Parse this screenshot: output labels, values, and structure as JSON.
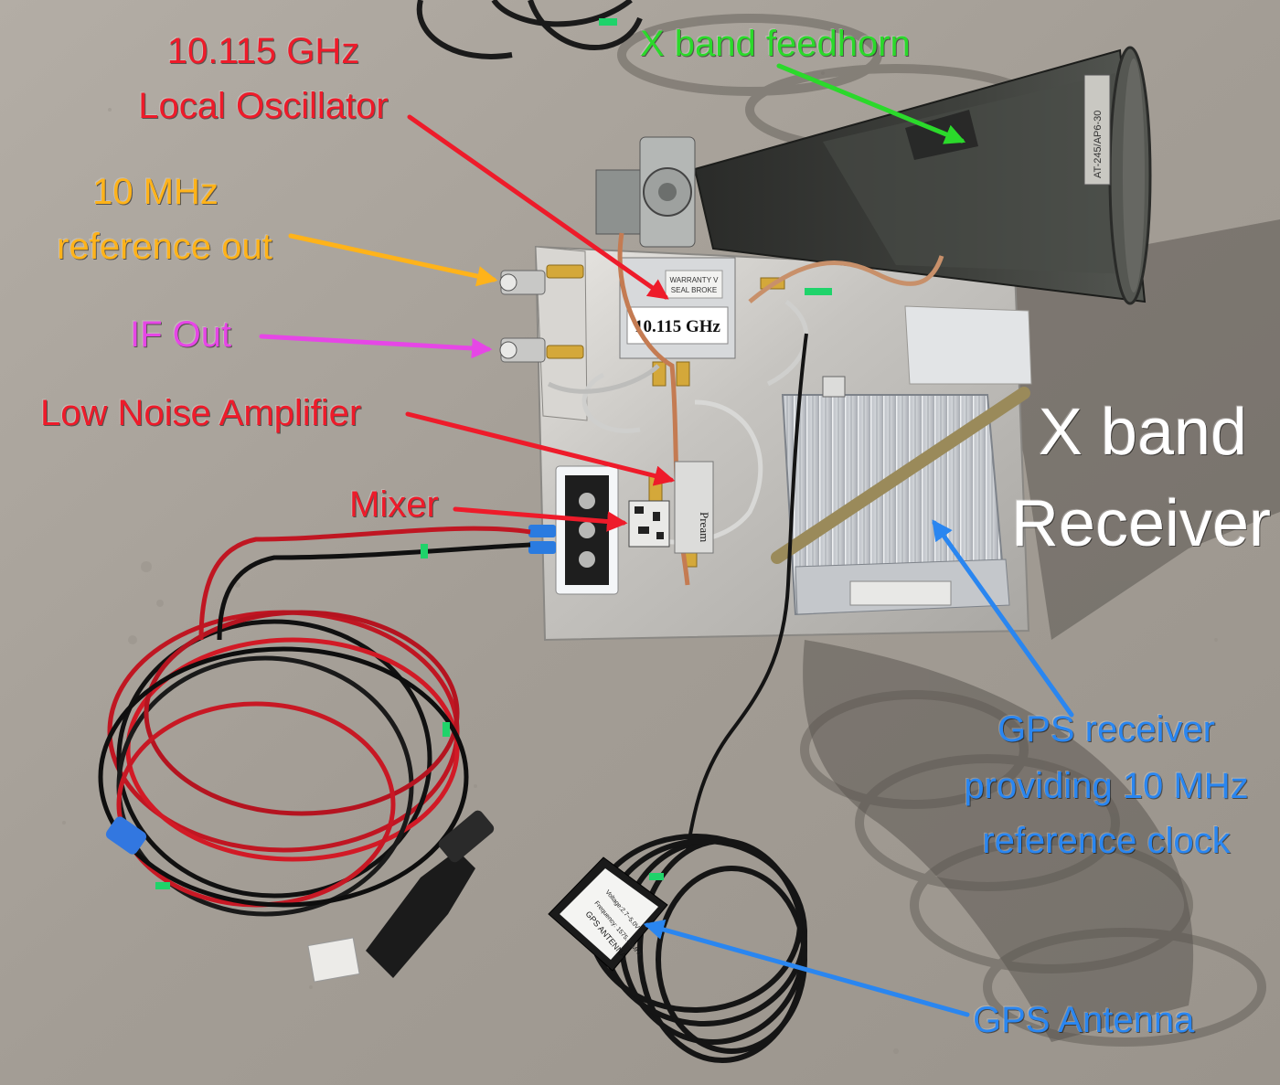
{
  "labels": {
    "lo_line1": "10.115 GHz",
    "lo_line2": "Local Oscillator",
    "feedhorn": "X band feedhorn",
    "ref_line1": "10 MHz",
    "ref_line2": "reference out",
    "if_out": "IF Out",
    "lna": "Low Noise Amplifier",
    "mixer": "Mixer",
    "receiver_line1": "X band",
    "receiver_line2": "Receiver",
    "gps_rx_line1": "GPS receiver",
    "gps_rx_line2": "providing 10 MHz",
    "gps_rx_line3": "reference clock",
    "gps_antenna": "GPS Antenna"
  },
  "device_text": {
    "lo_module": "10.115 GHz",
    "lo_sticker_1": "WARRANTY V",
    "lo_sticker_2": "SEAL BROKE",
    "feedhorn_plate": "AT-245/AP6-30",
    "gps_puck_1": "GPS ANTENNA",
    "gps_puck_2": "Frequency: 1575.42MHz",
    "gps_puck_3": "Voltage:2.7~5.0V",
    "preamp_tag": "Pream"
  },
  "colors": {
    "red": "#ee1b2a",
    "green": "#2bd92b",
    "orange": "#ffb31a",
    "magenta": "#e646e6",
    "blue": "#2a86f0",
    "white": "#ffffff",
    "ground": "#a8a29a"
  }
}
